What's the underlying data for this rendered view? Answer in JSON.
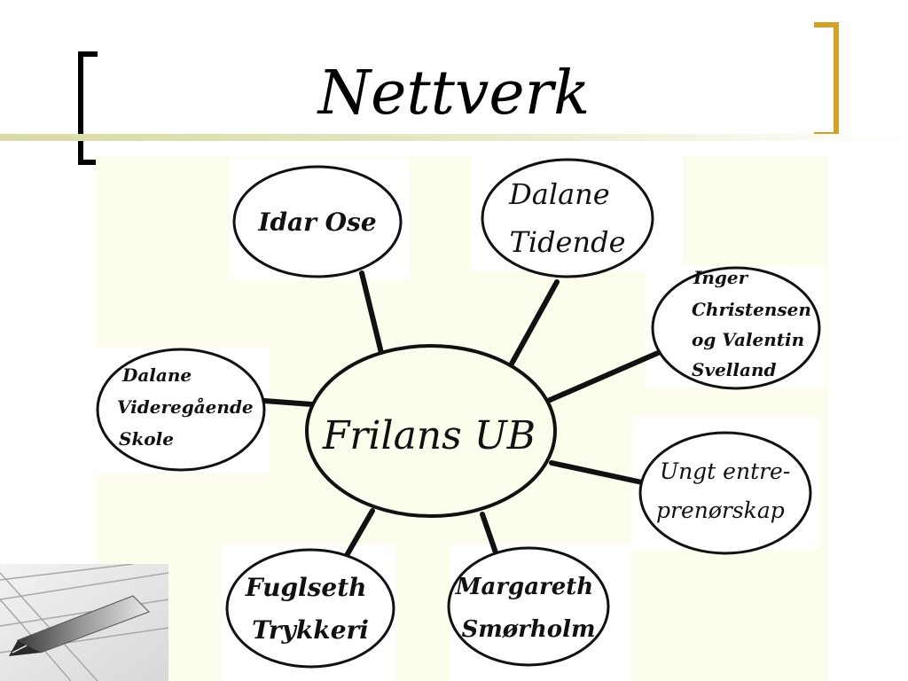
{
  "slide": {
    "title": "Nettverk"
  },
  "diagram": {
    "center": {
      "lines": [
        "Frilans UB"
      ]
    },
    "nodes": [
      {
        "id": "idar-ose",
        "lines": [
          "Idar Ose"
        ]
      },
      {
        "id": "dalane-tidende",
        "lines": [
          "Dalane",
          "Tidende"
        ]
      },
      {
        "id": "inger-christensen",
        "lines": [
          "Inger",
          "Christensen",
          "og Valentin",
          "Svelland"
        ]
      },
      {
        "id": "dalane-videregaende",
        "lines": [
          "Dalane",
          "Videregående",
          "Skole"
        ]
      },
      {
        "id": "ungt-entreprenorskap",
        "lines": [
          "Ungt entre-",
          "prenørskap"
        ]
      },
      {
        "id": "fuglseth-trykkeri",
        "lines": [
          "Fuglseth",
          "Trykkeri"
        ]
      },
      {
        "id": "margareth-smorholm",
        "lines": [
          "Margareth",
          "Smørholm"
        ]
      }
    ],
    "colors": {
      "panel": "#fdfdee",
      "ink": "#111111",
      "bracket_left": "#000000",
      "bracket_right": "#d2a128"
    }
  },
  "decoration": {
    "icon": "fountain-pen-icon"
  }
}
